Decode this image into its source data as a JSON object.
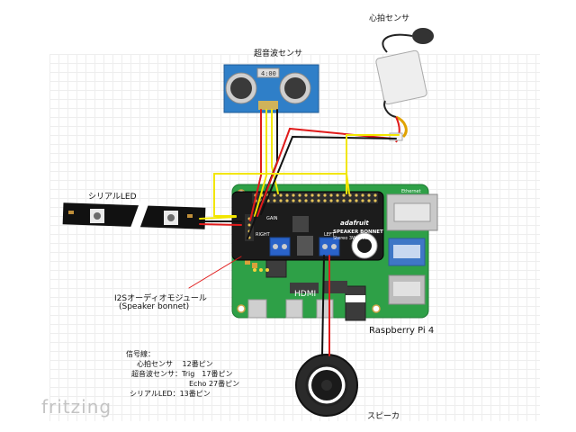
{
  "labels": {
    "heart_sensor": "心拍センサ",
    "ultrasonic_sensor": "超音波センサ",
    "serial_led": "シリアルLED",
    "i2s_module": "I2Sオーディオモジュール",
    "i2s_module_sub": "(Speaker bonnet)",
    "raspberry_pi": "Raspberry Pi 4",
    "speaker": "スピーカ",
    "logo": "fritzing"
  },
  "signal_notes": {
    "heading": "信号線：",
    "lines": [
      "心拍センサ　 12番ピン",
      "超音波センサ：Trig　17番ピン",
      "Echo 27番ピン",
      "シリアルLED：13番ピン"
    ]
  },
  "board_text": {
    "bonnet_brand": "adafruit",
    "bonnet_title": "SPEAKER BONNET",
    "bonnet_subtitle": "Stereo 3W 4-8Ω",
    "right_label": "RIGHT",
    "left_label": "LEFT",
    "gain_label": "GAIN",
    "hdmi_label": "HDMI",
    "ethernet_label": "Ethernet",
    "sonar_display": "4:00"
  },
  "colors": {
    "board_green": "#2ea047",
    "bonnet_black": "#1c1c1c",
    "wire_red": "#e01b1b",
    "wire_black": "#111111",
    "wire_yellow": "#f2e600",
    "sensor_blue": "#2f7fc8",
    "terminal_blue": "#2a63c9"
  }
}
